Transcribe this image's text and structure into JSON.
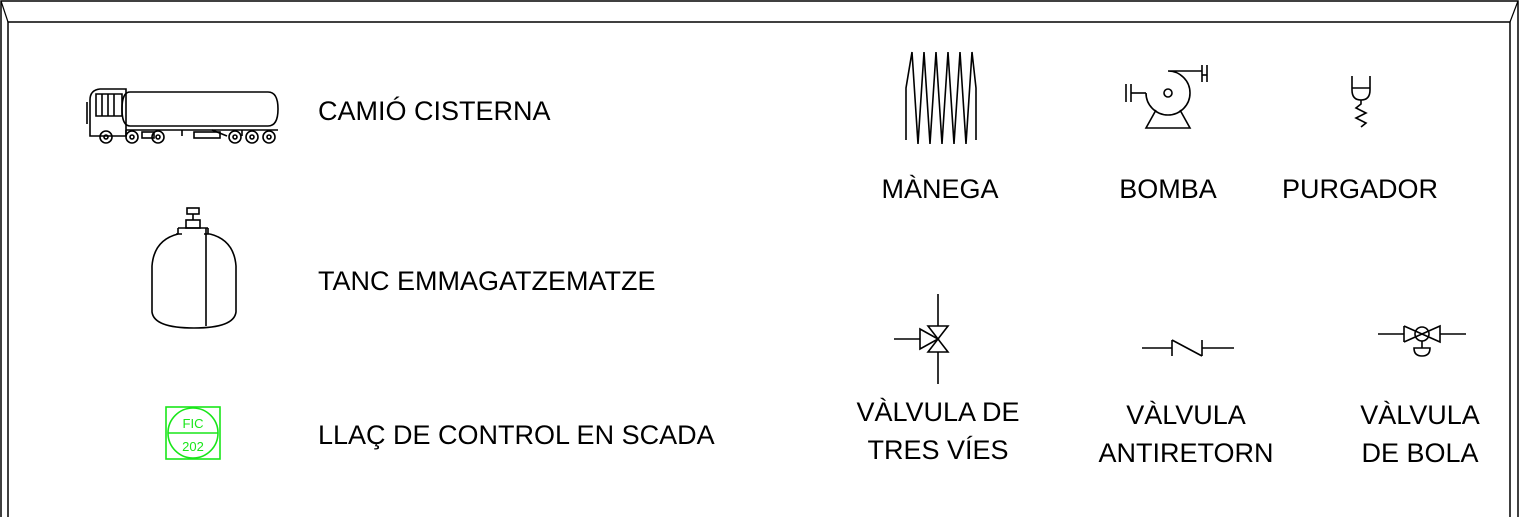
{
  "legend": {
    "truck": "CAMIÓ CISTERNA",
    "tank": "TANC EMMAGATZEMATZE",
    "loop": "LLAÇ DE CONTROL EN SCADA",
    "loop_tag": "FIC",
    "loop_number": "202",
    "hose": "MÀNEGA",
    "pump": "BOMBA",
    "trap": "PURGADOR",
    "three_way_l1": "VÀLVULA DE",
    "three_way_l2": "TRES VÍES",
    "check_l1": "VÀLVULA",
    "check_l2": "ANTIRETORN",
    "ball_l1": "VÀLVULA",
    "ball_l2": "DE BOLA"
  },
  "colors": {
    "line": "#000000",
    "scada": "#19e619"
  }
}
